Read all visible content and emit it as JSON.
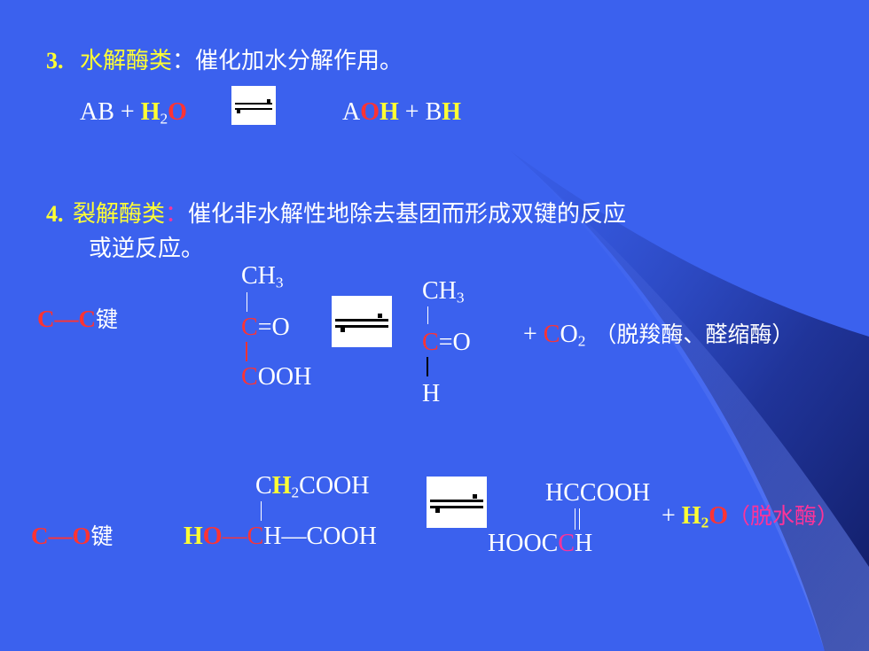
{
  "section3": {
    "number": "3.",
    "title": "水解酶类",
    "colon": "：",
    "description": "催化加水分解作用。"
  },
  "reaction3": {
    "left": "AB + ",
    "water_h": "H",
    "water_sub": "2",
    "water_o": "O",
    "right_a": "A",
    "right_o": "O",
    "right_h": "H",
    "right_plus": " + B",
    "right_bh": "H"
  },
  "section4": {
    "number": "4.",
    "title": "裂解酶类",
    "colon": "：",
    "description": "催化非水解性地除去基团而形成双键的反应",
    "description_line2": "或逆反应。"
  },
  "cc_bond": {
    "c1": "C",
    "dash": "—",
    "c2": "C",
    "label": "键"
  },
  "reactant1": {
    "ch": "CH",
    "ch_sub": "3",
    "c": "C",
    "eq_o": "=O",
    "cooh_c": "C",
    "cooh_rest": "OOH"
  },
  "product1": {
    "ch": "CH",
    "ch_sub": "3",
    "c": "C",
    "eq_o": "=O",
    "h": "H"
  },
  "co2": {
    "plus": "+ ",
    "c": "C",
    "o": "O",
    "sub": "2",
    "enzymes": "（脱羧酶、醛缩酶）"
  },
  "co_bond": {
    "c": "C",
    "dash": "—",
    "o": "O",
    "label": "键"
  },
  "reactant2": {
    "top_c": "C",
    "top_h": "H",
    "top_sub": "2",
    "top_rest": "COOH",
    "ho_h": "H",
    "ho_o": "O",
    "dash": "—",
    "c": "C",
    "rest": "H—COOH"
  },
  "product2": {
    "top": "HCCOOH",
    "bottom_pre": "HOOC",
    "bottom_c": "C",
    "bottom_h": "H"
  },
  "water2": {
    "plus": "+ ",
    "h": "H",
    "sub": "2",
    "o": "O",
    "enzyme": "（脱水酶）"
  },
  "colors": {
    "background": "#3b61ee",
    "yellow": "#ffff33",
    "red": "#ff3333",
    "pink": "#ff3399"
  }
}
